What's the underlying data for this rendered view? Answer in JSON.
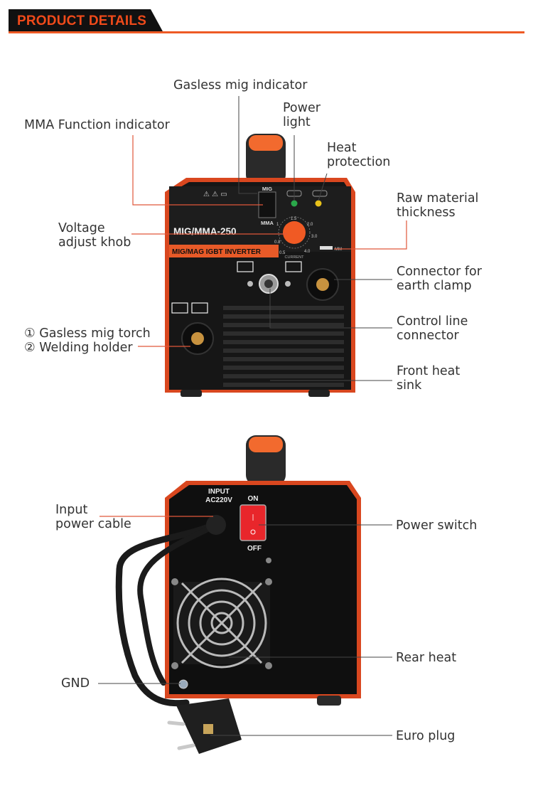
{
  "header": {
    "title": "PRODUCT DETAILS"
  },
  "front": {
    "panel_labels": {
      "mig": "MIG",
      "mma": "MMA",
      "model": "MIG/MMA-250",
      "inverter": "MIG/MAG IGBT INVERTER",
      "current": "CURRENT",
      "mm": "MM"
    },
    "dial_scale": [
      "0.5",
      "0.8",
      "1",
      "1.5",
      "2.0",
      "3.0",
      "4.0"
    ],
    "labels": {
      "gasless_mig_indicator": "Gasless mig indicator",
      "mma_function_indicator": "MMA Function indicator",
      "power_light_1": "Power",
      "power_light_2": "light",
      "heat_protection_1": "Heat",
      "heat_protection_2": "protection",
      "raw_material_1": "Raw material",
      "raw_material_2": "thickness",
      "voltage_adjust_1": "Voltage",
      "voltage_adjust_2": "adjust khob",
      "connector_earth_1": "Connector for",
      "connector_earth_2": "earth clamp",
      "control_line_1": "Control line",
      "control_line_2": "connector",
      "gasless_torch": "① Gasless mig torch",
      "welding_holder": "② Welding holder",
      "front_heat_1": "Front heat",
      "front_heat_2": "sink"
    }
  },
  "rear": {
    "panel_labels": {
      "input_1": "INPUT",
      "input_2": "AC220V",
      "on": "ON",
      "off": "OFF"
    },
    "labels": {
      "input_cable_1": "Input",
      "input_cable_2": "power cable",
      "power_switch": "Power switch",
      "rear_heat": "Rear heat",
      "gnd": "GND",
      "euro_plug": "Euro plug"
    }
  },
  "colors": {
    "accent": "#ee5a25",
    "body": "#1a1a1a",
    "frame": "#d9471f",
    "power_led": "#2aa84a",
    "heat_led": "#e8c21a"
  }
}
